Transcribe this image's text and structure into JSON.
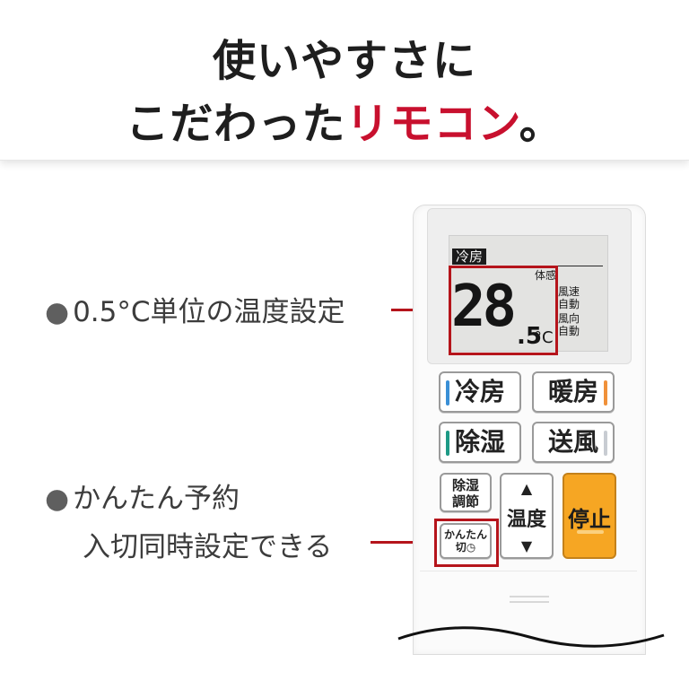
{
  "header": {
    "line1": "使いやすさに",
    "line2_main": "こだわった",
    "line2_accent": "リモコン",
    "line2_end": "。"
  },
  "features": [
    {
      "bullet": "●",
      "text": "0.5°C単位の温度設定"
    },
    {
      "bullet": "●",
      "text": "かんたん予約",
      "text2": "入切同時設定できる"
    }
  ],
  "lcd": {
    "mode": "冷房",
    "feel": "体感",
    "temp_int": "28",
    "temp_dec": ".5",
    "unit": "°C",
    "fan_label": "風速",
    "fan_value": "自動",
    "dir_label": "風向",
    "dir_value": "自動"
  },
  "buttons": {
    "cool": "冷房",
    "heat": "暖房",
    "dry": "除湿",
    "fan": "送風",
    "dry_adjust_1": "除湿",
    "dry_adjust_2": "調節",
    "temp": "温度",
    "temp_up": "▲",
    "temp_down": "▼",
    "easy_timer_1": "かんたん",
    "easy_timer_2": "切◷",
    "stop": "停止"
  },
  "colors": {
    "accent": "#c8102e",
    "cool_stripe": "#3a8fd6",
    "heat_stripe": "#f0913a",
    "dry_stripe": "#1e9a86",
    "fan_stripe": "#c8ccd2",
    "stop": "#f6a623"
  }
}
